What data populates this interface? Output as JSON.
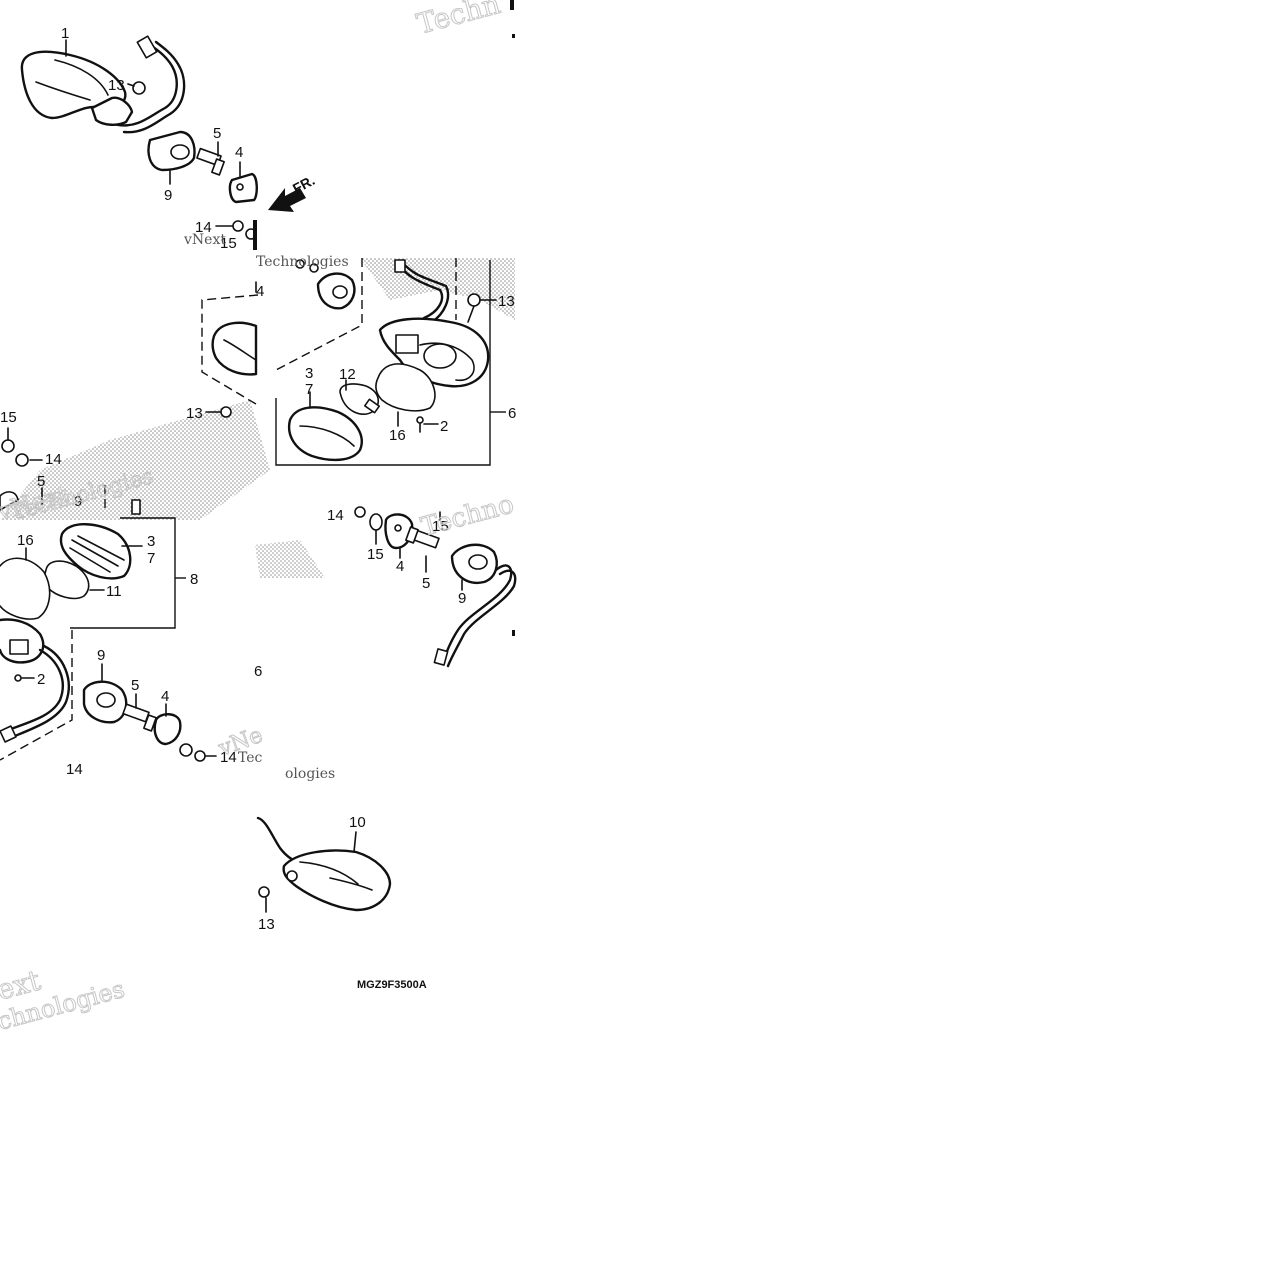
{
  "diagram": {
    "diagram_code": "MGZ9F3500A",
    "direction_label": "FR.",
    "callouts": [
      {
        "id": "c1",
        "text": "1"
      },
      {
        "id": "c13a",
        "text": "13"
      },
      {
        "id": "c5a",
        "text": "5"
      },
      {
        "id": "c4a",
        "text": "4"
      },
      {
        "id": "c9a",
        "text": "9"
      },
      {
        "id": "c14a",
        "text": "14"
      },
      {
        "id": "c15a",
        "text": "15"
      },
      {
        "id": "c4b",
        "text": "4"
      },
      {
        "id": "c13b",
        "text": "13"
      },
      {
        "id": "c3a",
        "text": "3"
      },
      {
        "id": "c7a",
        "text": "7"
      },
      {
        "id": "c12",
        "text": "12"
      },
      {
        "id": "c16a",
        "text": "16"
      },
      {
        "id": "c2a",
        "text": "2"
      },
      {
        "id": "c6",
        "text": "6"
      },
      {
        "id": "c13c",
        "text": "13"
      },
      {
        "id": "c15b",
        "text": "15"
      },
      {
        "id": "c14b",
        "text": "14"
      },
      {
        "id": "c5b",
        "text": "5"
      },
      {
        "id": "c9b",
        "text": "9"
      },
      {
        "id": "c16b",
        "text": "16"
      },
      {
        "id": "c3b",
        "text": "3"
      },
      {
        "id": "c7b",
        "text": "7"
      },
      {
        "id": "c8",
        "text": "8"
      },
      {
        "id": "c11",
        "text": "11"
      },
      {
        "id": "c2b",
        "text": "2"
      },
      {
        "id": "c9c",
        "text": "9"
      },
      {
        "id": "c5c",
        "text": "5"
      },
      {
        "id": "c4c",
        "text": "4"
      },
      {
        "id": "c14c",
        "text": "14"
      },
      {
        "id": "c14d",
        "text": "14"
      },
      {
        "id": "c14e",
        "text": "14"
      },
      {
        "id": "c15c",
        "text": "15"
      },
      {
        "id": "c15d",
        "text": "15"
      },
      {
        "id": "c4d",
        "text": "4"
      },
      {
        "id": "c5d",
        "text": "5"
      },
      {
        "id": "c9d",
        "text": "9"
      },
      {
        "id": "c10",
        "text": "10"
      },
      {
        "id": "c13d",
        "text": "13"
      },
      {
        "id": "c6b",
        "text": "6"
      }
    ],
    "watermarks": [
      "Techn",
      "vNext",
      "Technologies",
      "Techno",
      "vNext",
      "Technologies",
      "ext",
      "chnologies",
      "vNe",
      "Tec",
      "ologies"
    ]
  }
}
